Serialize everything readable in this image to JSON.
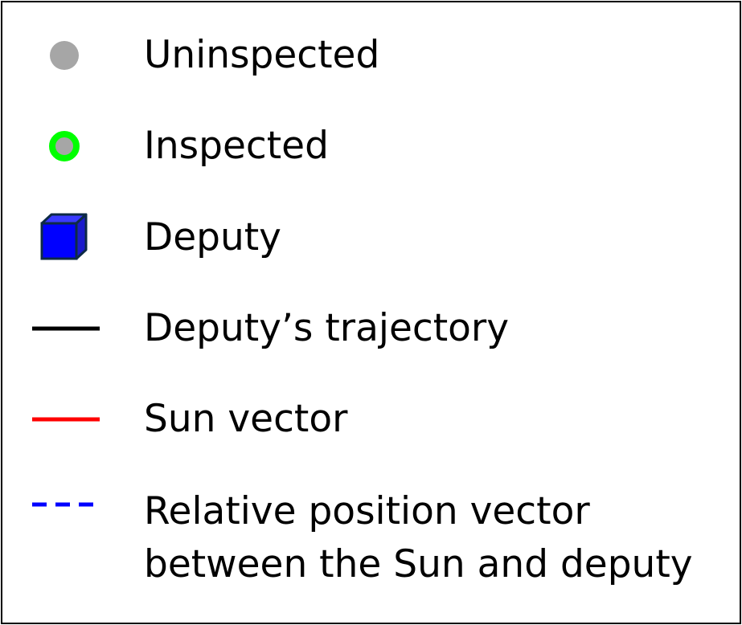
{
  "legend": {
    "items": [
      {
        "id": "uninspected",
        "label": "Uninspected",
        "symbol": "filled-circle",
        "color": "#a6a6a6"
      },
      {
        "id": "inspected",
        "label": "Inspected",
        "symbol": "ringed-circle",
        "fill_color": "#a6a6a6",
        "ring_color": "#00ff00"
      },
      {
        "id": "deputy",
        "label": "Deputy",
        "symbol": "cube-icon",
        "color": "#0000ff",
        "outline_color": "#0d2a45"
      },
      {
        "id": "trajectory",
        "label": "Deputy’s trajectory",
        "symbol": "solid-line",
        "color": "#000000"
      },
      {
        "id": "sun-vector",
        "label": "Sun vector",
        "symbol": "solid-line",
        "color": "#ff0000"
      },
      {
        "id": "relative-position",
        "label_line1": "Relative position vector",
        "label_line2": "between the Sun and deputy",
        "symbol": "dashed-line",
        "color": "#0000ff"
      }
    ]
  }
}
